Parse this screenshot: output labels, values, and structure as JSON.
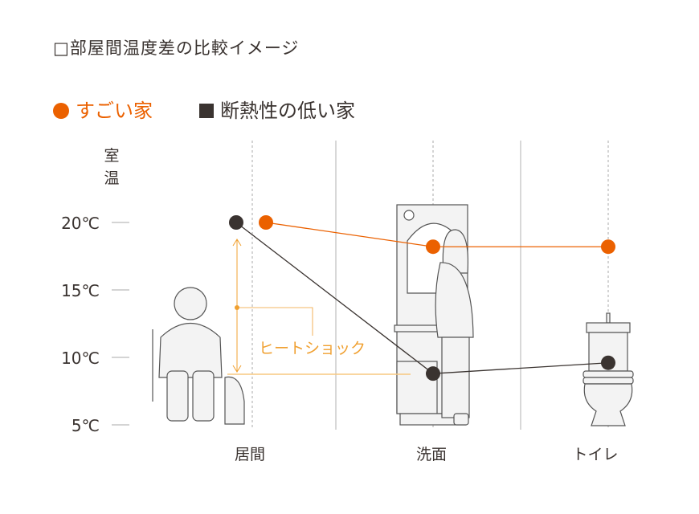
{
  "title": "□部屋間温度差の比較イメージ",
  "legend": [
    {
      "label": "すごい家",
      "color": "#eb6100",
      "marker": "circle"
    },
    {
      "label": "断熱性の低い家",
      "color": "#3a3330",
      "marker": "square"
    }
  ],
  "chart_data": {
    "type": "line",
    "title": "□部屋間温度差の比較イメージ",
    "ylabel": "室温",
    "ylim": [
      5,
      20
    ],
    "yticks": [
      "20℃",
      "15℃",
      "10℃",
      "5℃"
    ],
    "ytick_values": [
      20,
      15,
      10,
      5
    ],
    "categories": [
      "居間",
      "洗面",
      "トイレ"
    ],
    "series": [
      {
        "name": "すごい家",
        "color": "#eb6100",
        "values": [
          20,
          18.2,
          18.2
        ]
      },
      {
        "name": "断熱性の低い家",
        "color": "#3a3330",
        "values": [
          20,
          8.8,
          9.6
        ]
      }
    ],
    "annotation": {
      "text": "ヒートショック",
      "color": "#f0a030",
      "from": 20,
      "to": 8.8
    },
    "legend_position": "top-left"
  }
}
